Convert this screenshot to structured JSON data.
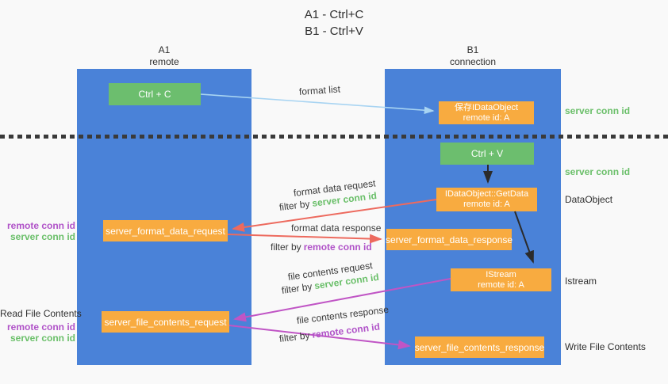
{
  "title": {
    "line1": "A1 - Ctrl+C",
    "line2": "B1 - Ctrl+V"
  },
  "lanes": {
    "left": {
      "id": "A1",
      "role": "remote"
    },
    "right": {
      "id": "B1",
      "role": "connection"
    }
  },
  "nodes": {
    "ctrl_c": {
      "label": "Ctrl + C"
    },
    "save_dataobject": {
      "line1": "保存IDataObject",
      "line2": "remote id: A"
    },
    "ctrl_v": {
      "label": "Ctrl + V"
    },
    "getdata": {
      "line1": "IDataObject::GetData",
      "line2": "remote id: A"
    },
    "format_request": {
      "label": "server_format_data_request"
    },
    "format_response": {
      "label": "server_format_data_response"
    },
    "istream": {
      "line1": "IStream",
      "line2": "remote id: A"
    },
    "file_request": {
      "label": "server_file_contents_request"
    },
    "file_response": {
      "label": "server_file_contents_response"
    }
  },
  "edge_labels": {
    "format_list": "format list",
    "format_data_request": "format data request",
    "format_req_filter": {
      "prefix": "filter by",
      "keyword": "server conn id"
    },
    "format_data_response": "format data response",
    "format_resp_filter": {
      "prefix": "filter by",
      "keyword": "remote conn id"
    },
    "file_contents_request": "file contents request",
    "file_req_filter": {
      "prefix": "filter by",
      "keyword": "server conn id"
    },
    "file_contents_response": "file contents response",
    "file_resp_filter": {
      "prefix": "filter by",
      "keyword": "remote conn id"
    }
  },
  "side_labels": {
    "right_server_conn_top": "server conn id",
    "right_server_conn_mid": "server conn id",
    "right_dataobject": "DataObject",
    "right_istream": "Istream",
    "right_write_file": "Write File Contents",
    "left_remote_conn_top": "remote conn id",
    "left_server_conn_top": "server conn id",
    "left_read_file": "Read File Contents",
    "left_remote_conn_bottom": "remote conn id",
    "left_server_conn_bottom": "server conn id"
  },
  "colors": {
    "lane_blue": "#4A82D8",
    "node_green": "#6CBE6E",
    "node_orange": "#F8AB40",
    "arrow_light_blue": "#A8D4F2",
    "arrow_red": "#ED6A5E",
    "arrow_purple": "#C055C5",
    "arrow_black": "#2B2B2B",
    "keyword_green": "#6ABF69",
    "keyword_purple": "#B052C8"
  }
}
